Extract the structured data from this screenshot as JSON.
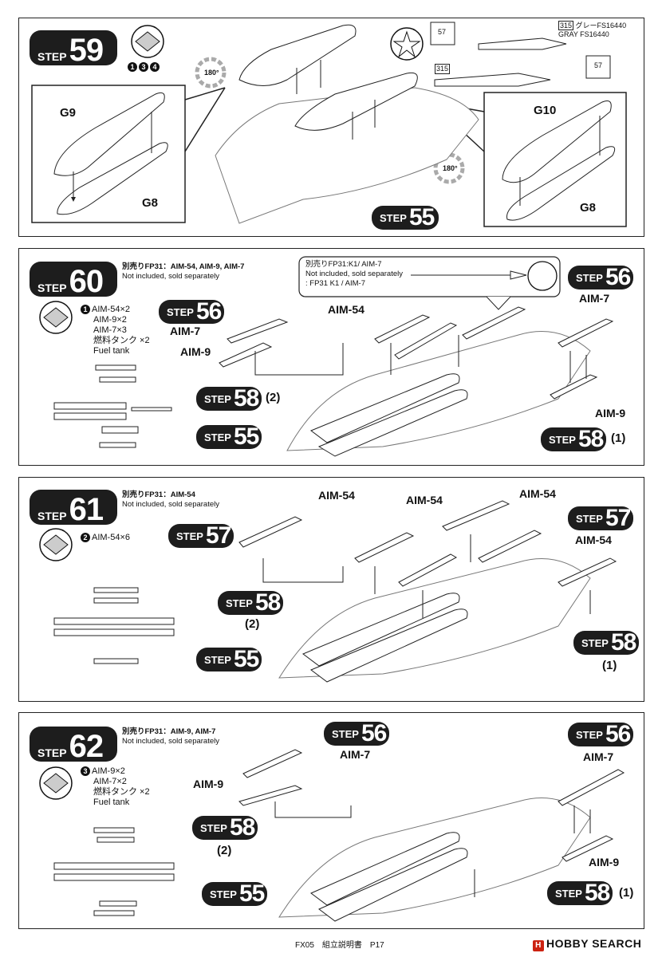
{
  "step59": {
    "badge": {
      "word": "STEP",
      "num": "59"
    },
    "icon_numbers": [
      "1",
      "3",
      "4"
    ],
    "rotate_label": "180°",
    "rotate_label2": "180°",
    "parts": {
      "g9": "G9",
      "g8_left": "G8",
      "g10": "G10",
      "g8_right": "G8"
    },
    "color_ref": {
      "num": "315",
      "ja": "グレーFS16440",
      "en": "GRAY FS16440"
    },
    "decal_a": "57",
    "decal_b": "57",
    "decal_num": "315",
    "ref": {
      "word": "STEP",
      "num": "55"
    }
  },
  "step60": {
    "badge": {
      "word": "STEP",
      "num": "60"
    },
    "note_ja": "別売りFP31：AIM-54, AIM-9, AIM-7",
    "note_en": "Not included, sold separately",
    "variant": "1",
    "list": [
      "AIM-54×2",
      "AIM-9×2",
      "AIM-7×3",
      "燃料タンク ×2",
      "Fuel tank"
    ],
    "callout": {
      "ja": "別売りFP31:K1/ AIM-7",
      "en1": "Not included, sold separately",
      "en2": ": FP31 K1 / AIM-7"
    },
    "labels": {
      "aim54": "AIM-54",
      "aim7_left": "AIM-7",
      "aim9_left": "AIM-9",
      "aim7_right": "AIM-7",
      "aim9_right": "AIM-9"
    },
    "refs": {
      "s56a": {
        "word": "STEP",
        "num": "56"
      },
      "s58a": {
        "word": "STEP",
        "num": "58",
        "paren": "(2)"
      },
      "s55": {
        "word": "STEP",
        "num": "55"
      },
      "s56b": {
        "word": "STEP",
        "num": "56"
      },
      "s58b": {
        "word": "STEP",
        "num": "58",
        "paren": "(1)"
      }
    }
  },
  "step61": {
    "badge": {
      "word": "STEP",
      "num": "61"
    },
    "note_ja": "別売りFP31：AIM-54",
    "note_en": "Not included, sold separately",
    "variant": "2",
    "list": [
      "AIM-54×6"
    ],
    "labels": {
      "a": "AIM-54",
      "b": "AIM-54",
      "c": "AIM-54",
      "d": "AIM-54"
    },
    "refs": {
      "s57a": {
        "word": "STEP",
        "num": "57"
      },
      "s58a": {
        "word": "STEP",
        "num": "58",
        "paren": "(2)"
      },
      "s55": {
        "word": "STEP",
        "num": "55"
      },
      "s57b": {
        "word": "STEP",
        "num": "57"
      },
      "s58b": {
        "word": "STEP",
        "num": "58",
        "paren": "(1)"
      }
    }
  },
  "step62": {
    "badge": {
      "word": "STEP",
      "num": "62"
    },
    "note_ja": "別売りFP31：AIM-9, AIM-7",
    "note_en": "Not included, sold separately",
    "variant": "3",
    "list": [
      "AIM-9×2",
      "AIM-7×2",
      "燃料タンク ×2",
      "Fuel tank"
    ],
    "labels": {
      "aim7_left": "AIM-7",
      "aim9_left": "AIM-9",
      "aim7_right": "AIM-7",
      "aim9_right": "AIM-9"
    },
    "refs": {
      "s56a": {
        "word": "STEP",
        "num": "56"
      },
      "s58a": {
        "word": "STEP",
        "num": "58",
        "paren": "(2)"
      },
      "s55": {
        "word": "STEP",
        "num": "55"
      },
      "s56b": {
        "word": "STEP",
        "num": "56"
      },
      "s58b": {
        "word": "STEP",
        "num": "58",
        "paren": "(1)"
      }
    }
  },
  "footer": {
    "text": "FX05　組立説明書　P17",
    "brand": "HOBBY SEARCH"
  }
}
